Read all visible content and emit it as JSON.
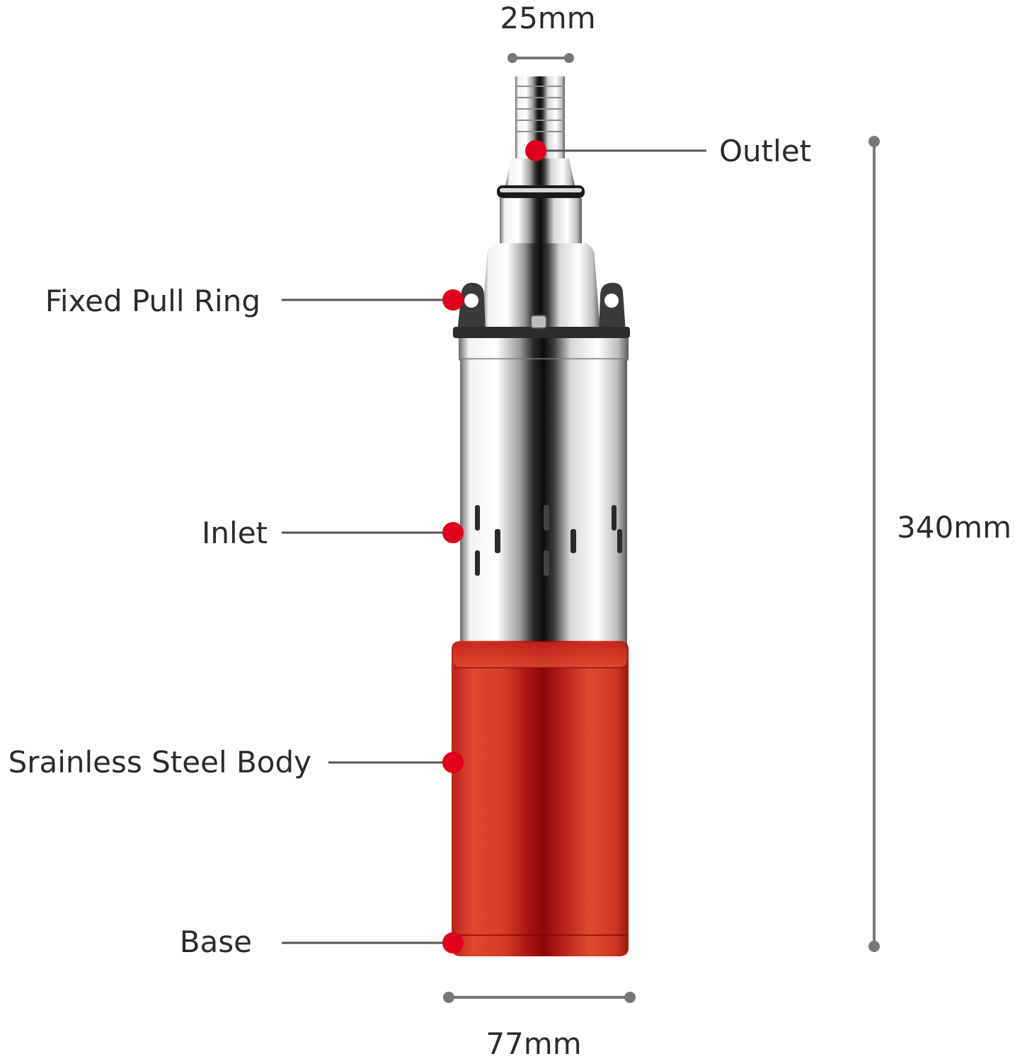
{
  "dimensions": {
    "outlet_diameter": "25mm",
    "height": "340mm",
    "base_diameter": "77mm"
  },
  "callouts": {
    "outlet": "Outlet",
    "pull_ring": "Fixed Pull Ring",
    "inlet": "Inlet",
    "body": "Srainless Steel Body",
    "base": "Base"
  },
  "colors": {
    "marker": "#e0001b",
    "leader": "#555555",
    "dimension": "#777777",
    "steel_light": "#f4f4f4",
    "steel_dark": "#1c1c1c",
    "red_body": "#d0281f",
    "red_dark": "#8e0a0a"
  }
}
